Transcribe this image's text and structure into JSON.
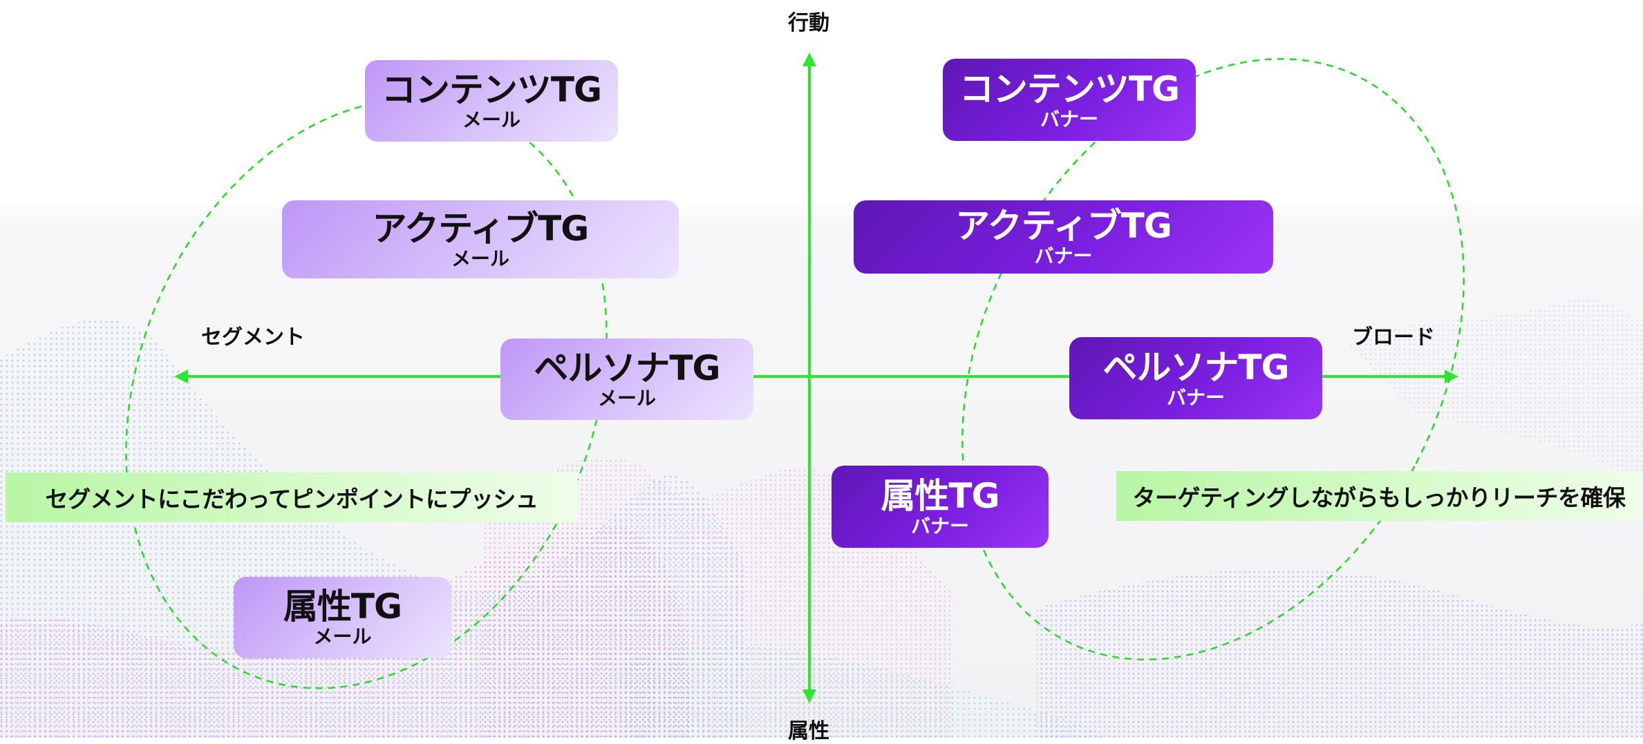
{
  "axes": {
    "top": "行動",
    "bottom": "属性",
    "left": "セグメント",
    "right": "ブロード"
  },
  "colors": {
    "axis": "#2ee62e",
    "ellipse": "#22dd22",
    "light_box": "#c9a9f8",
    "dark_box": "#7a1fe0",
    "banner": "#c8f7b8"
  },
  "mail_boxes": [
    {
      "title": "コンテンツTG",
      "sub": "メール"
    },
    {
      "title": "アクティブTG",
      "sub": "メール"
    },
    {
      "title": "ペルソナTG",
      "sub": "メール"
    },
    {
      "title": "属性TG",
      "sub": "メール"
    }
  ],
  "banner_boxes": [
    {
      "title": "コンテンツTG",
      "sub": "バナー"
    },
    {
      "title": "アクティブTG",
      "sub": "バナー"
    },
    {
      "title": "ペルソナTG",
      "sub": "バナー"
    },
    {
      "title": "属性TG",
      "sub": "バナー"
    }
  ],
  "callouts": {
    "left": "セグメントにこだわってピンポイントにプッシュ",
    "right": "ターゲティングしながらもしっかりリーチを確保"
  }
}
